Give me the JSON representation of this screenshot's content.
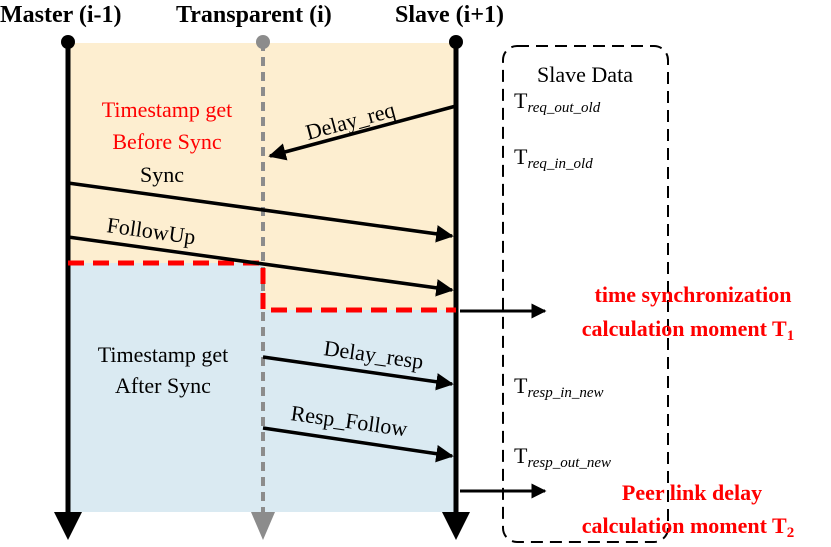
{
  "headers": {
    "master": "Master (i-1)",
    "transparent": "Transparent (i)",
    "slave": "Slave (i+1)"
  },
  "messages": {
    "delay_req": "Delay_req",
    "sync": "Sync",
    "followup": "FollowUp",
    "delay_resp": "Delay_resp",
    "resp_follow": "Resp_Follow"
  },
  "regions": {
    "before_line1": "Timestamp get",
    "before_line2": "Before Sync",
    "after_line1": "Timestamp get",
    "after_line2": "After Sync"
  },
  "slave_data": {
    "title": "Slave Data",
    "entries": [
      {
        "base": "T",
        "sub": "req_out_old"
      },
      {
        "base": "T",
        "sub": "req_in_old"
      },
      {
        "base": "T",
        "sub": "resp_in_new"
      },
      {
        "base": "T",
        "sub": "resp_out_new"
      }
    ]
  },
  "moments": {
    "sync_line1": "time synchronization",
    "sync_line2": "calculation moment T",
    "sync_index": "1",
    "peer_line1": "Peer link delay",
    "peer_line2": "calculation moment T",
    "peer_index": "2"
  },
  "colors": {
    "before_sync_region": "#fdeed0",
    "after_sync_region": "#daeaf2",
    "timeline": "#000000",
    "transparent_timeline": "#8c8c8c",
    "highlight": "#ff0000"
  }
}
